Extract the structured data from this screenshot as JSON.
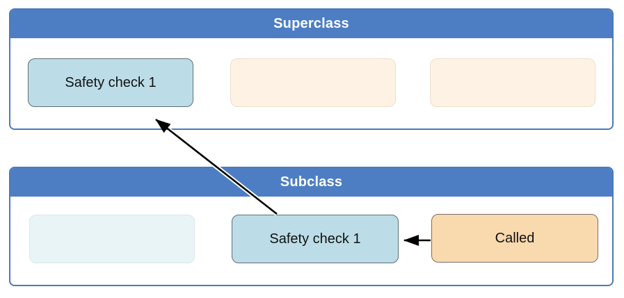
{
  "colors": {
    "header_blue": "#4d7ec3",
    "container_border": "#4a7ab9",
    "box_blue_fill": "#bcdde8",
    "box_blue_border": "#5e6e76",
    "faded_peach_fill": "#fdf2e4",
    "faded_peach_border": "#ecdfcb",
    "faded_cyan_fill": "#e9f4f6",
    "faded_cyan_border": "#d8e7ea",
    "called_fill": "#f9d9ae",
    "called_border": "#757067",
    "arrow_color": "#000000",
    "title_text": "#ffffff",
    "label_text": "#111111"
  },
  "superclass": {
    "title": "Superclass",
    "boxes": [
      {
        "label": "Safety check 1",
        "style": "highlight-blue"
      },
      {
        "label": "",
        "style": "faded-peach"
      },
      {
        "label": "",
        "style": "faded-peach"
      }
    ]
  },
  "subclass": {
    "title": "Subclass",
    "boxes": [
      {
        "label": "",
        "style": "faded-cyan"
      },
      {
        "label": "Safety check 1",
        "style": "highlight-blue"
      },
      {
        "label": "Called",
        "style": "highlight-orange"
      }
    ]
  },
  "arrows": [
    {
      "from": "subclass-safety-check-1",
      "to": "superclass-safety-check-1"
    },
    {
      "from": "called",
      "to": "subclass-safety-check-1"
    }
  ]
}
